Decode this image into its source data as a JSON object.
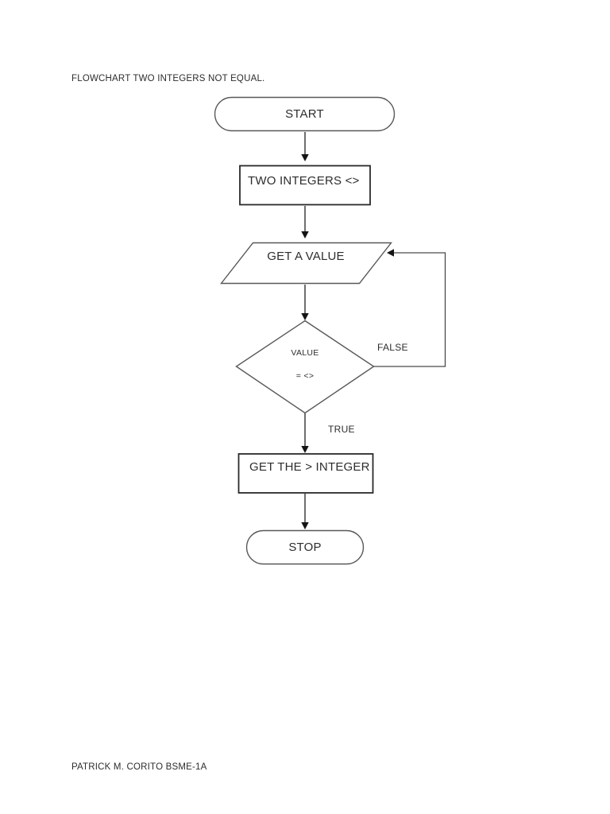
{
  "page": {
    "title": "FLOWCHART TWO INTEGERS NOT EQUAL.",
    "footer": "PATRICK M. CORITO BSME-1A"
  },
  "flowchart": {
    "nodes": {
      "start": {
        "type": "terminator",
        "label": "START"
      },
      "declare": {
        "type": "process",
        "label": "TWO INTEGERS <>"
      },
      "input": {
        "type": "input-parallelogram",
        "label": "GET A VALUE"
      },
      "decision": {
        "type": "decision-diamond",
        "label_line1": "VALUE",
        "label_line2": "= <>"
      },
      "result": {
        "type": "process",
        "label": "GET THE > INTEGER"
      },
      "stop": {
        "type": "terminator",
        "label": "STOP"
      }
    },
    "edges": {
      "false_label": "FALSE",
      "true_label": "TRUE"
    },
    "colors": {
      "background": "#ffffff",
      "shape_fill": "#ffffff",
      "terminator_stroke": "#58585a",
      "process_stroke": "#2a2a2a",
      "connector_stroke": "#4a4a4a",
      "arrow_head": "#141414",
      "text": "#2d2d2d"
    }
  }
}
